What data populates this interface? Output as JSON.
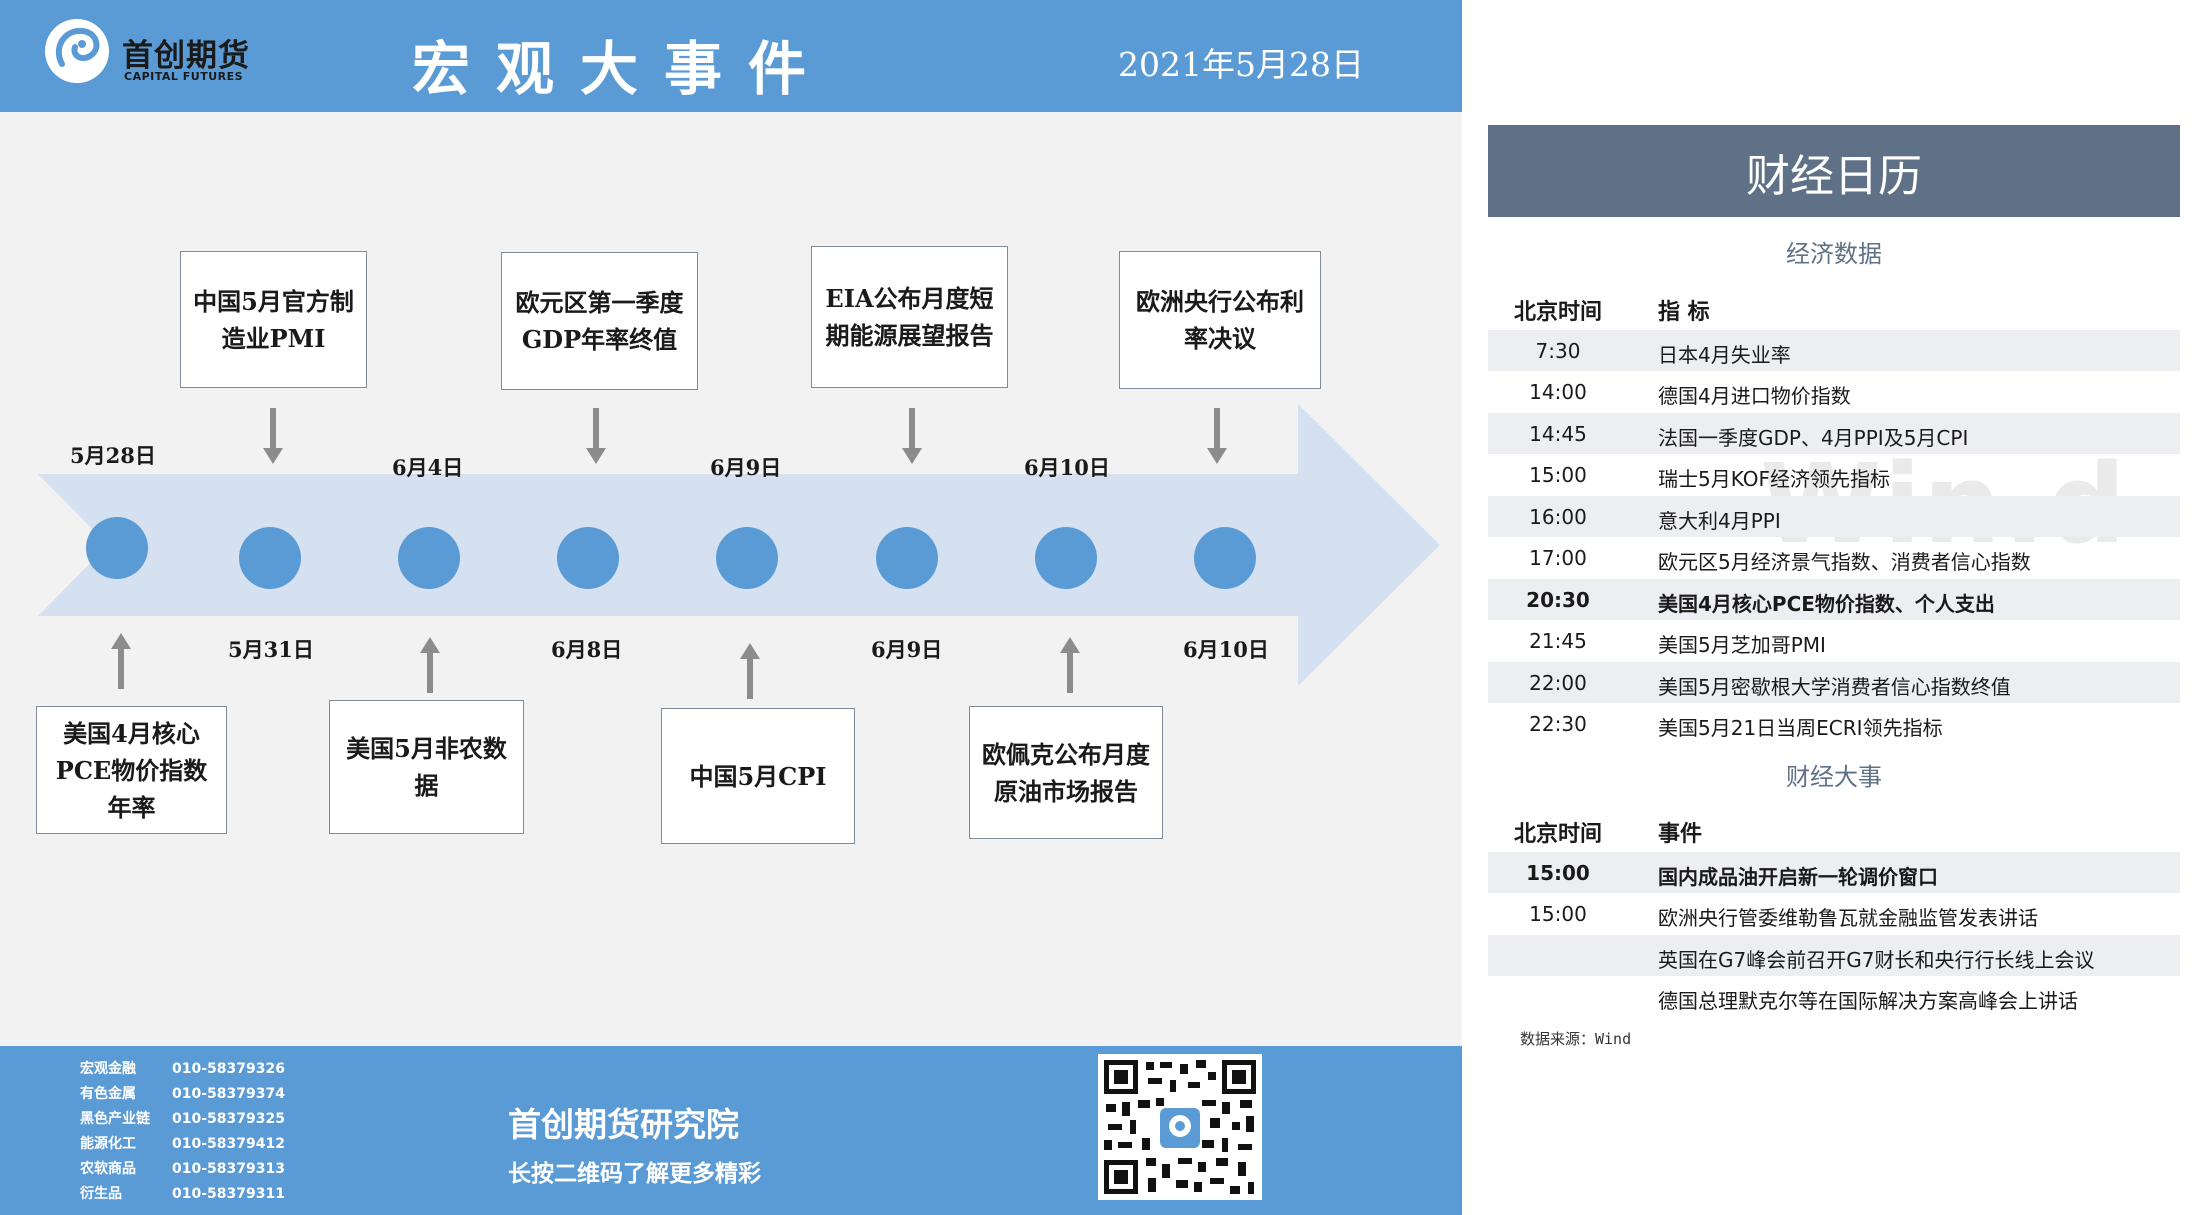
{
  "header": {
    "logo_cn": "首创期货",
    "logo_en": "CAPITAL FUTURES",
    "title": "宏观大事件",
    "date": "2021年5月28日"
  },
  "timeline": {
    "top_dates": [
      "5月28日",
      "6月4日",
      "6月9日",
      "6月10日"
    ],
    "bottom_dates": [
      "5月31日",
      "6月8日",
      "6月9日",
      "6月10日"
    ],
    "top_events": [
      "中国5月官方制造业PMI",
      "欧元区第一季度GDP年率终值",
      "EIA公布月度短期能源展望报告",
      "欧洲央行公布利率决议"
    ],
    "bottom_events": [
      "美国4月核心PCE物价指数年率",
      "美国5月非农数据",
      "中国5月CPI",
      "欧佩克公布月度原油市场报告"
    ]
  },
  "footer": {
    "contacts": [
      {
        "dept": "宏观金融",
        "phone": "010-58379326"
      },
      {
        "dept": "有色金属",
        "phone": "010-58379374"
      },
      {
        "dept": "黑色产业链",
        "phone": "010-58379325"
      },
      {
        "dept": "能源化工",
        "phone": "010-58379412"
      },
      {
        "dept": "农软商品",
        "phone": "010-58379313"
      },
      {
        "dept": "衍生品",
        "phone": "010-58379311"
      }
    ],
    "org": "首创期货研究院",
    "slogan": "长按二维码了解更多精彩"
  },
  "calendar": {
    "title": "财经日历",
    "econ_section": "经济数据",
    "econ_headers": {
      "time": "北京时间",
      "item": "指  标"
    },
    "econ_rows": [
      {
        "time": "7:30",
        "item": "日本4月失业率"
      },
      {
        "time": "14:00",
        "item": "德国4月进口物价指数"
      },
      {
        "time": "14:45",
        "item": "法国一季度GDP、4月PPI及5月CPI"
      },
      {
        "time": "15:00",
        "item": "瑞士5月KOF经济领先指标"
      },
      {
        "time": "16:00",
        "item": "意大利4月PPI"
      },
      {
        "time": "17:00",
        "item": "欧元区5月经济景气指数、消费者信心指数"
      },
      {
        "time": "20:30",
        "item": "美国4月核心PCE物价指数、个人支出"
      },
      {
        "time": "21:45",
        "item": "美国5月芝加哥PMI"
      },
      {
        "time": "22:00",
        "item": "美国5月密歇根大学消费者信心指数终值"
      },
      {
        "time": "22:30",
        "item": "美国5月21日当周ECRI领先指标"
      }
    ],
    "event_section": "财经大事",
    "event_headers": {
      "time": "北京时间",
      "item": "事件"
    },
    "event_rows": [
      {
        "time": "15:00",
        "item": "国内成品油开启新一轮调价窗口"
      },
      {
        "time": "15:00",
        "item": "欧洲央行管委维勒鲁瓦就金融监管发表讲话"
      },
      {
        "time": "",
        "item": "英国在G7峰会前召开G7财长和央行行长线上会议"
      },
      {
        "time": "",
        "item": "德国总理默克尔等在国际解决方案高峰会上讲话"
      }
    ],
    "source": "数据来源：Wind",
    "watermark": "Win.d"
  },
  "colors": {
    "header_blue": "#5b9bd5",
    "arrow_fill": "#d5e0f0",
    "calendar_head": "#5f7186"
  }
}
